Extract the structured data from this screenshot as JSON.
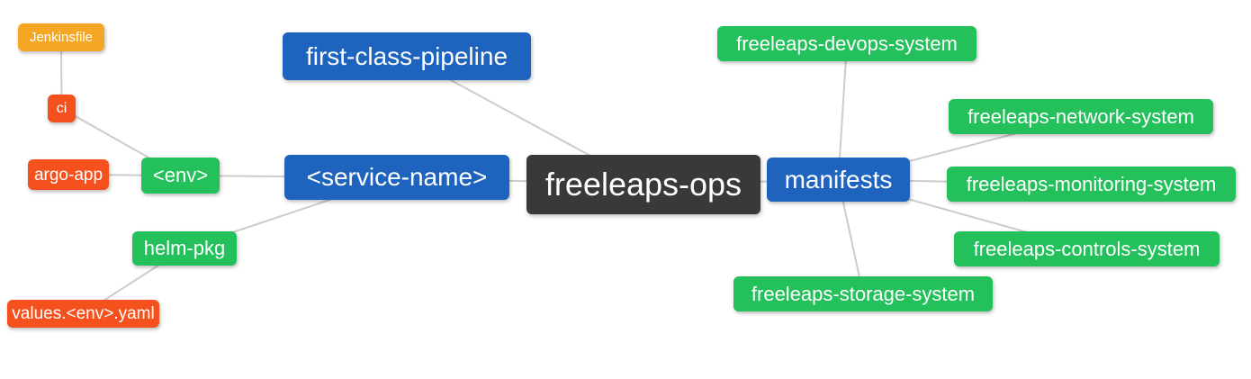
{
  "diagram": {
    "type": "mindmap",
    "root": "freeleaps-ops",
    "background": "#FFFFFF",
    "palette": {
      "blue": "#1E64BE",
      "green": "#23C05C",
      "orange": "#F5A623",
      "red": "#F4511E",
      "dark": "#3B3838",
      "text": "#FFFFFF",
      "edge": "#CCCCCC"
    },
    "nodes": [
      {
        "id": "jenkinsfile",
        "label": "Jenkinsfile",
        "color": "orange"
      },
      {
        "id": "ci",
        "label": "ci",
        "color": "red"
      },
      {
        "id": "argo-app",
        "label": "argo-app",
        "color": "red"
      },
      {
        "id": "env",
        "label": "<env>",
        "color": "green"
      },
      {
        "id": "helm-pkg",
        "label": "helm-pkg",
        "color": "green"
      },
      {
        "id": "values-env-yaml",
        "label": "values.<env>.yaml",
        "color": "red"
      },
      {
        "id": "first-class-pipeline",
        "label": "first-class-pipeline",
        "color": "blue"
      },
      {
        "id": "service-name",
        "label": "<service-name>",
        "color": "blue"
      },
      {
        "id": "freeleaps-ops",
        "label": "freeleaps-ops",
        "color": "dark"
      },
      {
        "id": "manifests",
        "label": "manifests",
        "color": "blue"
      },
      {
        "id": "freeleaps-devops-system",
        "label": "freeleaps-devops-system",
        "color": "green"
      },
      {
        "id": "freeleaps-network-system",
        "label": "freeleaps-network-system",
        "color": "green"
      },
      {
        "id": "freeleaps-monitoring-system",
        "label": "freeleaps-monitoring-system",
        "color": "green"
      },
      {
        "id": "freeleaps-controls-system",
        "label": "freeleaps-controls-system",
        "color": "green"
      },
      {
        "id": "freeleaps-storage-system",
        "label": "freeleaps-storage-system",
        "color": "green"
      }
    ],
    "edges": [
      [
        "jenkinsfile",
        "ci"
      ],
      [
        "ci",
        "env"
      ],
      [
        "argo-app",
        "env"
      ],
      [
        "env",
        "service-name"
      ],
      [
        "helm-pkg",
        "service-name"
      ],
      [
        "values-env-yaml",
        "helm-pkg"
      ],
      [
        "first-class-pipeline",
        "freeleaps-ops"
      ],
      [
        "service-name",
        "freeleaps-ops"
      ],
      [
        "freeleaps-ops",
        "manifests"
      ],
      [
        "manifests",
        "freeleaps-devops-system"
      ],
      [
        "manifests",
        "freeleaps-network-system"
      ],
      [
        "manifests",
        "freeleaps-monitoring-system"
      ],
      [
        "manifests",
        "freeleaps-controls-system"
      ],
      [
        "manifests",
        "freeleaps-storage-system"
      ]
    ]
  }
}
